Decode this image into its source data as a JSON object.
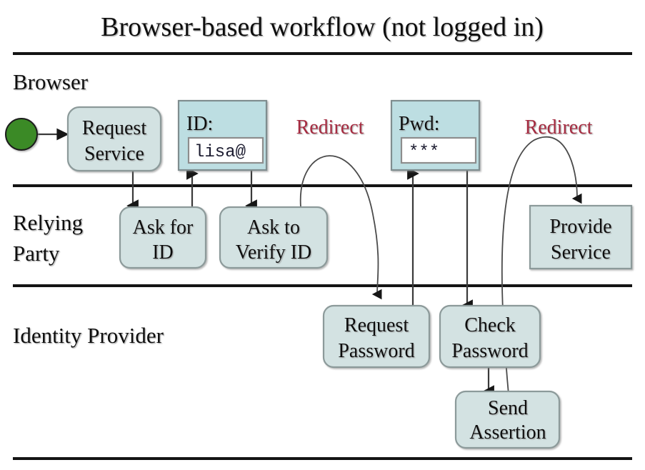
{
  "title": "Browser-based workflow (not logged in)",
  "colors": {
    "node_fill": "#d3e2e2",
    "node_stroke": "#8c9a9a",
    "dialog_fill": "#bddee2",
    "start_node": "#3b8a28",
    "redirect_label": "#a62a41",
    "rule": "#141414"
  },
  "lanes": [
    {
      "id": "browser",
      "label": "Browser"
    },
    {
      "id": "relying-party",
      "label_line1": "Relying",
      "label_line2": "Party"
    },
    {
      "id": "identity-provider",
      "label": "Identity Provider"
    }
  ],
  "nodes": {
    "request_service": {
      "line1": "Request",
      "line2": "Service"
    },
    "ask_for_id": {
      "line1": "Ask for",
      "line2": "ID"
    },
    "ask_to_verify_id": {
      "line1": "Ask to",
      "line2": "Verify ID"
    },
    "provide_service": {
      "line1": "Provide",
      "line2": "Service"
    },
    "request_password": {
      "line1": "Request",
      "line2": "Password"
    },
    "check_password": {
      "line1": "Check",
      "line2": "Password"
    },
    "send_assertion": {
      "line1": "Send",
      "line2": "Assertion"
    }
  },
  "dialogs": {
    "id_dialog": {
      "label": "ID:",
      "value": "lisa@"
    },
    "pwd_dialog": {
      "label": "Pwd:",
      "value": "***"
    }
  },
  "edge_labels": {
    "redirect_1": "Redirect",
    "redirect_2": "Redirect"
  }
}
